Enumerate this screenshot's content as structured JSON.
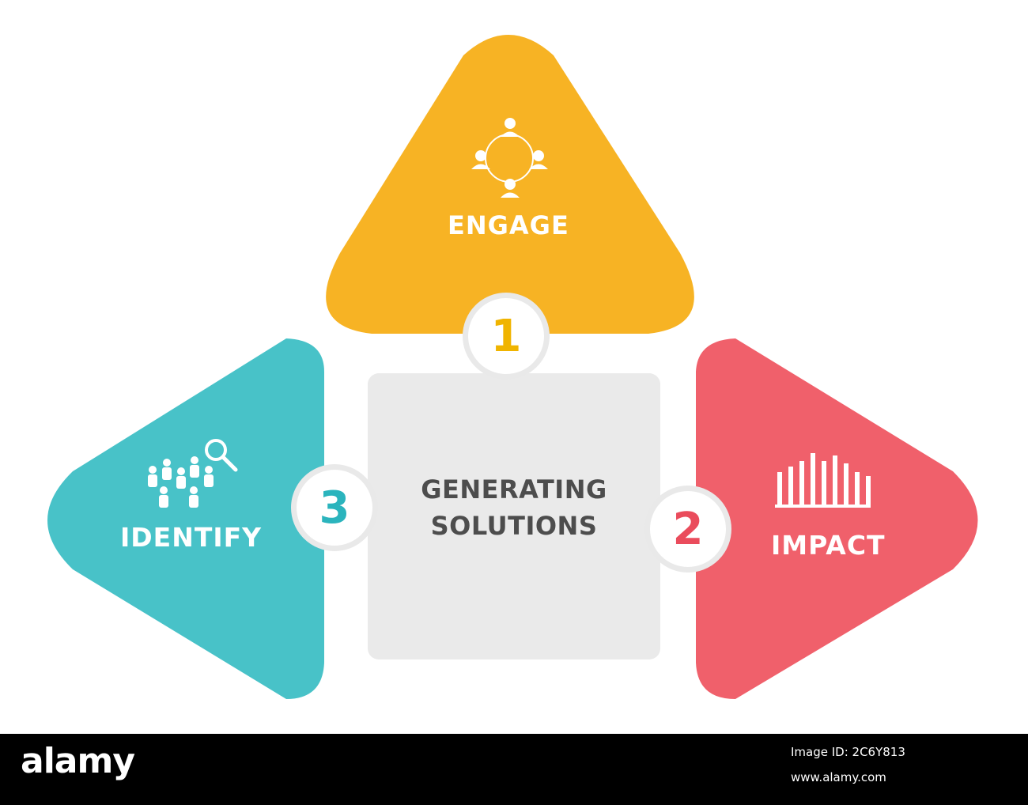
{
  "colors": {
    "engage": "#f7b324",
    "impact": "#f0606b",
    "identify": "#48c2c8",
    "center_box": "#eaeaea",
    "center_text": "#4d4d4d"
  },
  "center": {
    "line1": "GENERATING",
    "line2": "SOLUTIONS"
  },
  "segments": {
    "engage": {
      "number": "1",
      "label": "ENGAGE",
      "icon": "team-network-icon"
    },
    "impact": {
      "number": "2",
      "label": "IMPACT",
      "icon": "bar-chart-icon"
    },
    "identify": {
      "number": "3",
      "label": "IDENTIFY",
      "icon": "people-search-icon"
    }
  },
  "footer": {
    "brand": "alamy",
    "image_id": "Image ID: 2C6Y813",
    "url": "www.alamy.com"
  }
}
